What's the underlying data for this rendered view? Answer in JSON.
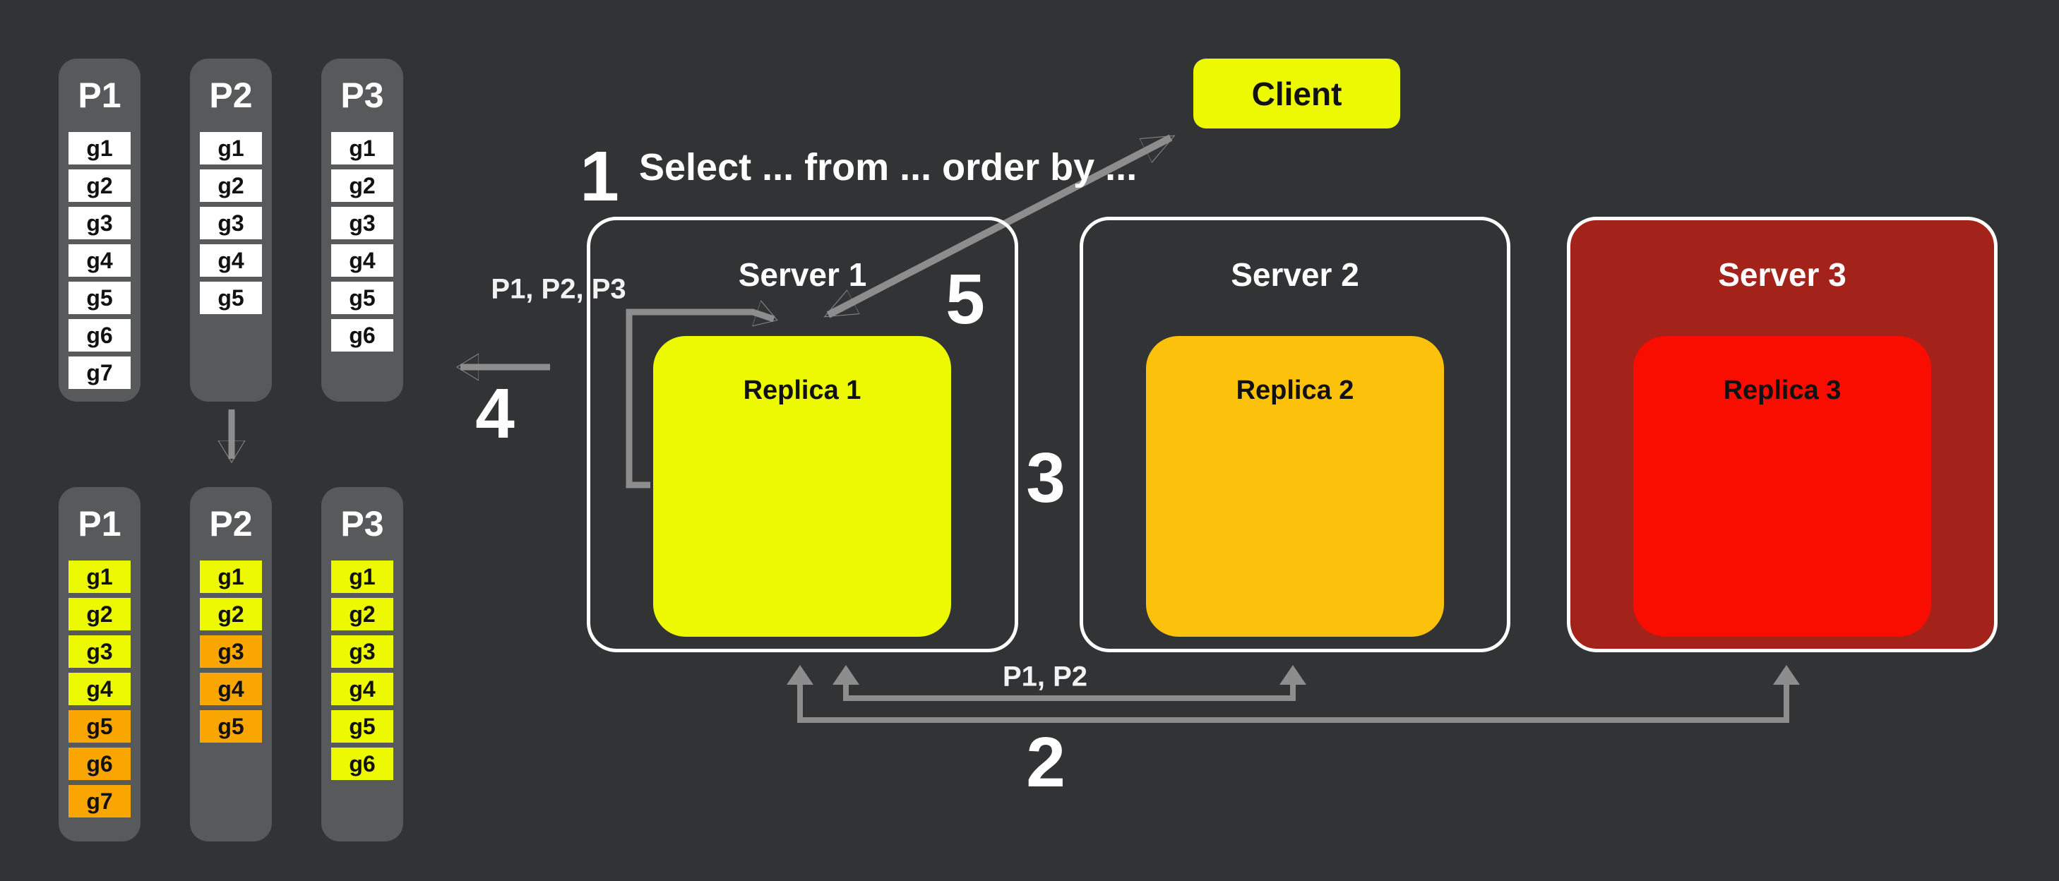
{
  "colors": {
    "background": "#323334",
    "partition_column": "#58595b",
    "cell_white": "#ffffff",
    "cell_yellow": "#ecf900",
    "cell_orange": "#f9a602",
    "client_yellow": "#ecf900",
    "replica1_yellow": "#ecf900",
    "replica2_amber": "#fcc10a",
    "replica3_red": "#f90d00",
    "server3_dark_red": "#a3221a",
    "server_border": "#ffffff",
    "arrow_gray": "#8d8d8d",
    "text_white": "#ffffff",
    "text_black": "#111111"
  },
  "partitions_before": {
    "columns": [
      {
        "title": "P1",
        "cells": [
          {
            "label": "g1",
            "tone": "white"
          },
          {
            "label": "g2",
            "tone": "white"
          },
          {
            "label": "g3",
            "tone": "white"
          },
          {
            "label": "g4",
            "tone": "white"
          },
          {
            "label": "g5",
            "tone": "white"
          },
          {
            "label": "g6",
            "tone": "white"
          },
          {
            "label": "g7",
            "tone": "white"
          }
        ]
      },
      {
        "title": "P2",
        "cells": [
          {
            "label": "g1",
            "tone": "white"
          },
          {
            "label": "g2",
            "tone": "white"
          },
          {
            "label": "g3",
            "tone": "white"
          },
          {
            "label": "g4",
            "tone": "white"
          },
          {
            "label": "g5",
            "tone": "white"
          }
        ]
      },
      {
        "title": "P3",
        "cells": [
          {
            "label": "g1",
            "tone": "white"
          },
          {
            "label": "g2",
            "tone": "white"
          },
          {
            "label": "g3",
            "tone": "white"
          },
          {
            "label": "g4",
            "tone": "white"
          },
          {
            "label": "g5",
            "tone": "white"
          },
          {
            "label": "g6",
            "tone": "white"
          }
        ]
      }
    ]
  },
  "partitions_after": {
    "columns": [
      {
        "title": "P1",
        "cells": [
          {
            "label": "g1",
            "tone": "yellow"
          },
          {
            "label": "g2",
            "tone": "yellow"
          },
          {
            "label": "g3",
            "tone": "yellow"
          },
          {
            "label": "g4",
            "tone": "yellow"
          },
          {
            "label": "g5",
            "tone": "orange"
          },
          {
            "label": "g6",
            "tone": "orange"
          },
          {
            "label": "g7",
            "tone": "orange"
          }
        ]
      },
      {
        "title": "P2",
        "cells": [
          {
            "label": "g1",
            "tone": "yellow"
          },
          {
            "label": "g2",
            "tone": "yellow"
          },
          {
            "label": "g3",
            "tone": "orange"
          },
          {
            "label": "g4",
            "tone": "orange"
          },
          {
            "label": "g5",
            "tone": "orange"
          }
        ]
      },
      {
        "title": "P3",
        "cells": [
          {
            "label": "g1",
            "tone": "yellow"
          },
          {
            "label": "g2",
            "tone": "yellow"
          },
          {
            "label": "g3",
            "tone": "yellow"
          },
          {
            "label": "g4",
            "tone": "yellow"
          },
          {
            "label": "g5",
            "tone": "yellow"
          },
          {
            "label": "g6",
            "tone": "yellow"
          }
        ]
      }
    ]
  },
  "client": {
    "label": "Client"
  },
  "servers": [
    {
      "name": "Server 1",
      "replica_label": "Replica 1"
    },
    {
      "name": "Server 2",
      "replica_label": "Replica 2"
    },
    {
      "name": "Server 3",
      "replica_label": "Replica 3"
    }
  ],
  "steps": {
    "step1": {
      "number": "1",
      "label": "Select ... from ... order by ..."
    },
    "step2": {
      "number": "2",
      "label": "P1, P2"
    },
    "step3": {
      "number": "3"
    },
    "step4": {
      "number": "4"
    },
    "step5": {
      "number": "5"
    }
  },
  "annotations": {
    "partitions_route": "P1, P2, P3"
  }
}
